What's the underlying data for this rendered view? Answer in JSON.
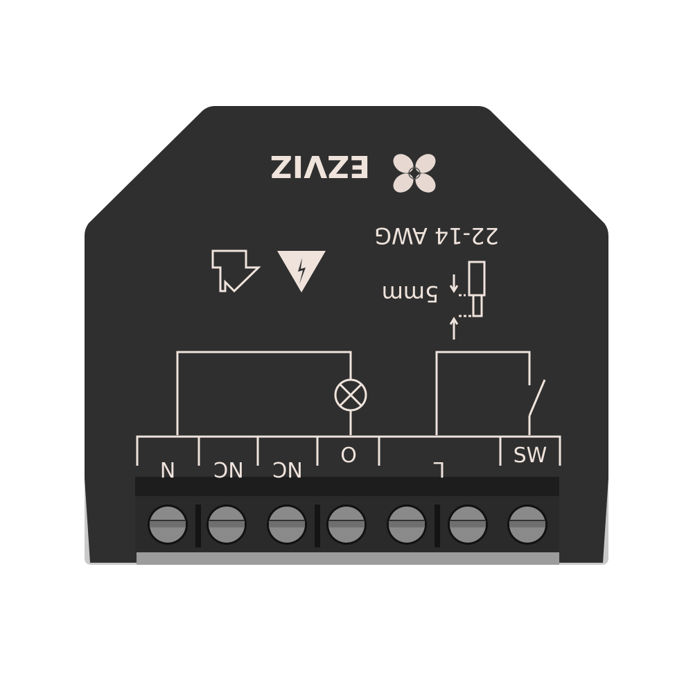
{
  "brand": {
    "name": "EZVIZ"
  },
  "wire_gauge": "22-14 AWG",
  "strip_length": "5mm",
  "terminals": [
    "N",
    "NC",
    "NC",
    "O",
    "L",
    "SW"
  ],
  "colors": {
    "body": "#2f2f2f",
    "print": "#efe3dc",
    "screw": "#8a8a8a",
    "block": "#1e1e1e",
    "rail": "#9c9c9c"
  }
}
